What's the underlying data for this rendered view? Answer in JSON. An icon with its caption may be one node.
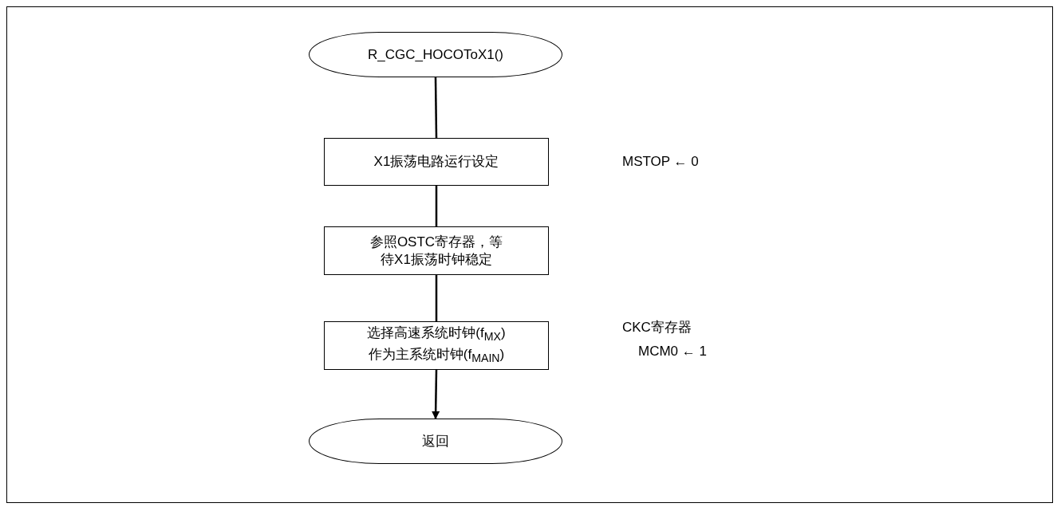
{
  "diagram": {
    "nodes": [
      {
        "text": [
          "R_CGC_HOCOToX1()"
        ]
      },
      {
        "text": [
          "X1振荡电路运行设定"
        ]
      },
      {
        "text": [
          "参照OSTC寄存器，等待X1振荡时钟稳定"
        ]
      },
      {
        "text": [
          "选择高速系统时钟(f$_{MX}$)作为主系统时钟(f$_{MAIN}$)"
        ]
      },
      {
        "text": [
          "返回"
        ]
      }
    ],
    "edges": [
      {
        "from": 0,
        "to": 1,
        "arrow": "none"
      },
      {
        "from": 1,
        "to": 2,
        "arrow": "none"
      },
      {
        "from": 2,
        "to": 3,
        "arrow": "none"
      },
      {
        "from": 3,
        "to": 4,
        "arrow": "to"
      }
    ],
    "labels": [
      "MSTOP ← 0",
      "CKC寄存器",
      "MCM0 ← 1"
    ]
  }
}
